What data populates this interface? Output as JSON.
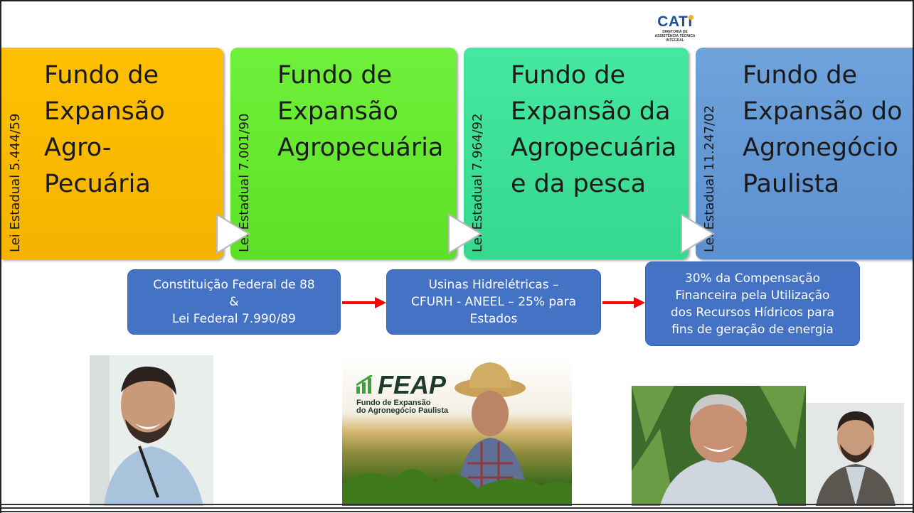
{
  "logo": {
    "brand": "CATI",
    "subtitle": "DIRETORIA DE ASSISTÊNCIA TÉCNICA INTEGRAL"
  },
  "columns": [
    {
      "law": "Lei Estadual 5.444/59",
      "title": "Fundo de\nExpansão\nAgro-\nPecuária",
      "color": "#ffc000"
    },
    {
      "law": "Lei Estadual 7.001/90",
      "title": "Fundo de\nExpansão\nAgropecuária",
      "color": "#66e832"
    },
    {
      "law": "Lei Estadual 7.964/92",
      "title": "Fundo de\nExpansão da\nAgropecuária\ne da pesca",
      "color": "#3ee098"
    },
    {
      "law": "Lei Estadual 11.247/02",
      "title": "Fundo de\nExpansão do\nAgronegócio\nPaulista",
      "color": "#6499d6"
    }
  ],
  "flow": [
    {
      "lines": [
        "Constituição Federal de 88",
        "&",
        "Lei Federal 7.990/89"
      ]
    },
    {
      "lines": [
        "Usinas Hidrelétricas –",
        "CFURH - ANEEL – 25% para",
        "Estados"
      ]
    },
    {
      "lines": [
        "30% da Compensação",
        "Financeira pela Utilização",
        "dos Recursos Hídricos para",
        "fins de geração de energia"
      ]
    }
  ],
  "feap": {
    "name": "FEAP",
    "subtitle": "Fundo de Expansão\ndo Agronegócio Paulista"
  },
  "colors": {
    "box_blue": "#4472c4",
    "arrow_red": "#ff0000",
    "brand_blue": "#1f4e9a"
  }
}
